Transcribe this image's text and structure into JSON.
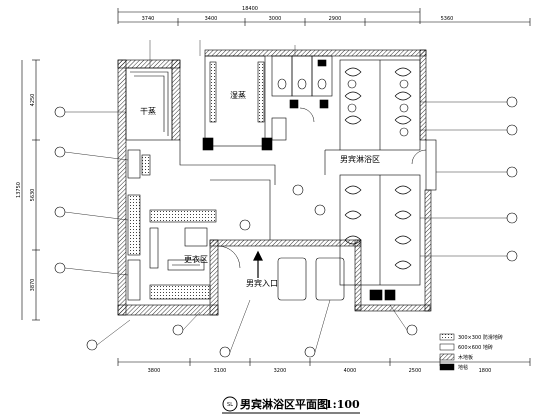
{
  "drawing": {
    "title": "男宾淋浴区平面图",
    "scale": "1:100",
    "badge": "SL"
  },
  "rooms": {
    "dry_steam": "干蒸",
    "wet_steam": "湿蒸",
    "shower_area": "男宾淋浴区",
    "changing_room": "更衣区",
    "entrance": "男宾入口"
  },
  "dimensions": {
    "overall_top": "18400",
    "top_segments": [
      "3740",
      "3400",
      "3000",
      "2900",
      "5360"
    ],
    "bottom_segments": [
      "3800",
      "3100",
      "3200",
      "4000",
      "2500",
      "1800"
    ],
    "left_segments": [
      "4250",
      "5630",
      "3870"
    ],
    "left_overall": "13750"
  },
  "legend": {
    "items": [
      "300×300 防滑地砖",
      "600×600 地砖",
      "木地板",
      "地毯"
    ]
  }
}
